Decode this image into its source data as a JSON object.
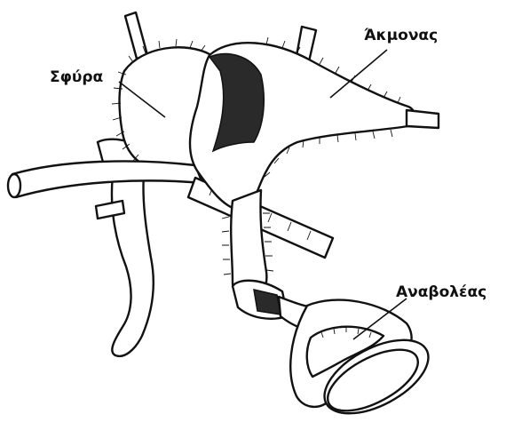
{
  "labels": {
    "malleus": "Σφύρα",
    "incus": "Άκμονας",
    "stapes": "Αναβολέας"
  }
}
